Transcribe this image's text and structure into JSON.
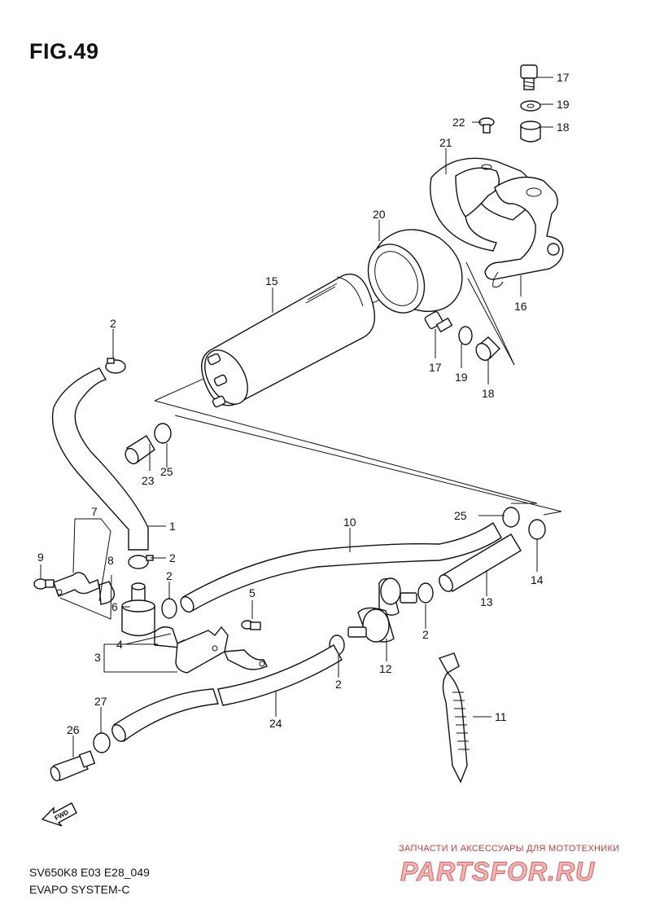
{
  "figure": {
    "title": "FIG.49",
    "code": "SV650K8 E03 E28_049",
    "system_name": "EVAPO SYSTEM-C"
  },
  "watermark": {
    "caption": "ЗАПЧАСТИ И АКСЕССУАРЫ ДЛЯ МОТОТЕХНИКИ",
    "logo": "PARTSFOR.RU"
  },
  "fwd_label": "FWD",
  "callouts": {
    "c1": "1",
    "c2a": "2",
    "c2b": "2",
    "c2c": "2",
    "c2d": "2",
    "c2e": "2",
    "c3": "3",
    "c4": "4",
    "c5": "5",
    "c6": "6",
    "c7": "7",
    "c8": "8",
    "c9": "9",
    "c10": "10",
    "c11": "11",
    "c12": "12",
    "c13": "13",
    "c14": "14",
    "c15": "15",
    "c16": "16",
    "c17a": "17",
    "c17b": "17",
    "c18a": "18",
    "c18b": "18",
    "c19a": "19",
    "c19b": "19",
    "c20": "20",
    "c21": "21",
    "c22": "22",
    "c23": "23",
    "c24": "24",
    "c25a": "25",
    "c25b": "25",
    "c26": "26",
    "c27": "27"
  }
}
